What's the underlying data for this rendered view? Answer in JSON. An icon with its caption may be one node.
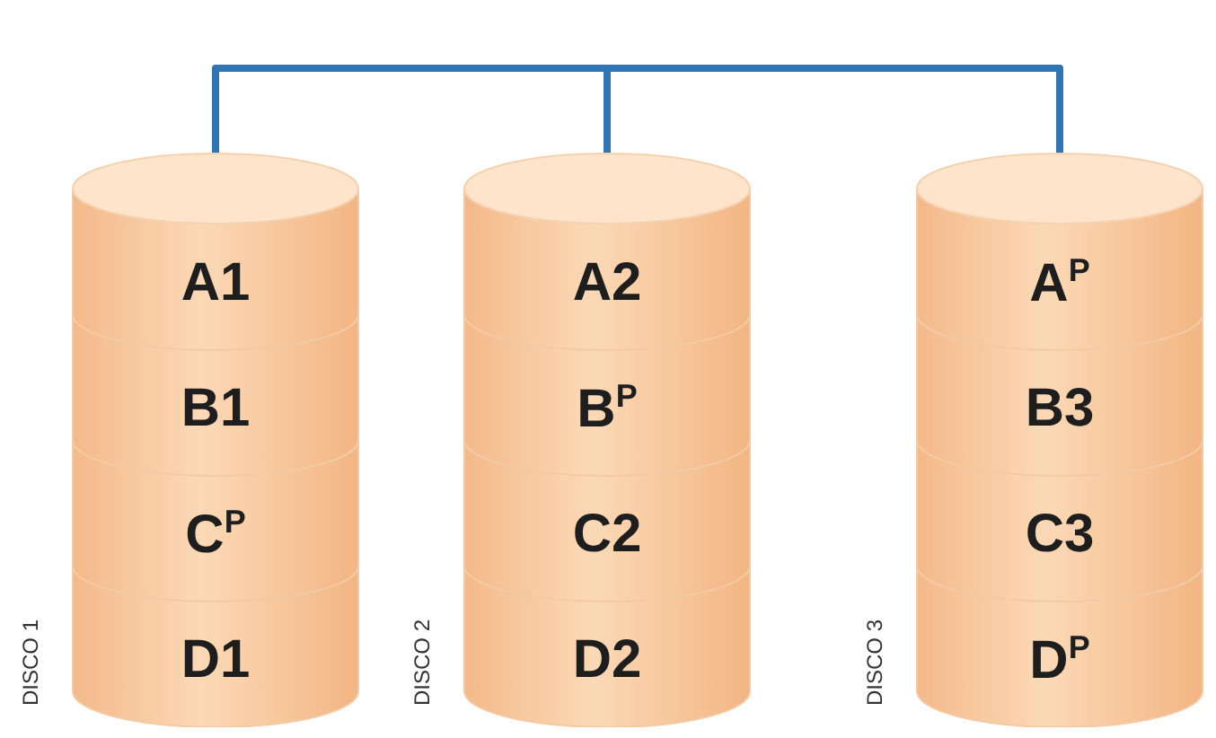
{
  "diagram": {
    "nodes": [
      {
        "text": [],
        "shape": "cylinder",
        "beside": [
          "DISCO 1"
        ]
      },
      {
        "text": [
          "A1"
        ],
        "in": 0
      },
      {
        "text": [
          "B1"
        ],
        "in": 0
      },
      {
        "text": [
          "C$^{P}$"
        ],
        "in": 0
      },
      {
        "text": [
          "D1"
        ],
        "in": 0
      },
      {
        "text": [],
        "shape": "cylinder",
        "beside": [
          "DISCO 2"
        ]
      },
      {
        "text": [
          "A2"
        ],
        "in": 5
      },
      {
        "text": [
          "B$^{P}$"
        ],
        "in": 5
      },
      {
        "text": [
          "C2"
        ],
        "in": 5
      },
      {
        "text": [
          "D2"
        ],
        "in": 5
      },
      {
        "text": [],
        "shape": "cylinder",
        "beside": [
          "DISCO 3"
        ]
      },
      {
        "text": [
          "A$^{P}$"
        ],
        "in": 10
      },
      {
        "text": [
          "B3"
        ],
        "in": 10
      },
      {
        "text": [
          "C3"
        ],
        "in": 10
      },
      {
        "text": [
          "D$^{P}$"
        ],
        "in": 10
      }
    ],
    "edges": [
      {
        "from": 0,
        "to": 5,
        "arrow": "none",
        "color": "#2e75b6"
      },
      {
        "from": 5,
        "to": 10,
        "arrow": "none",
        "color": "#2e75b6"
      }
    ]
  }
}
